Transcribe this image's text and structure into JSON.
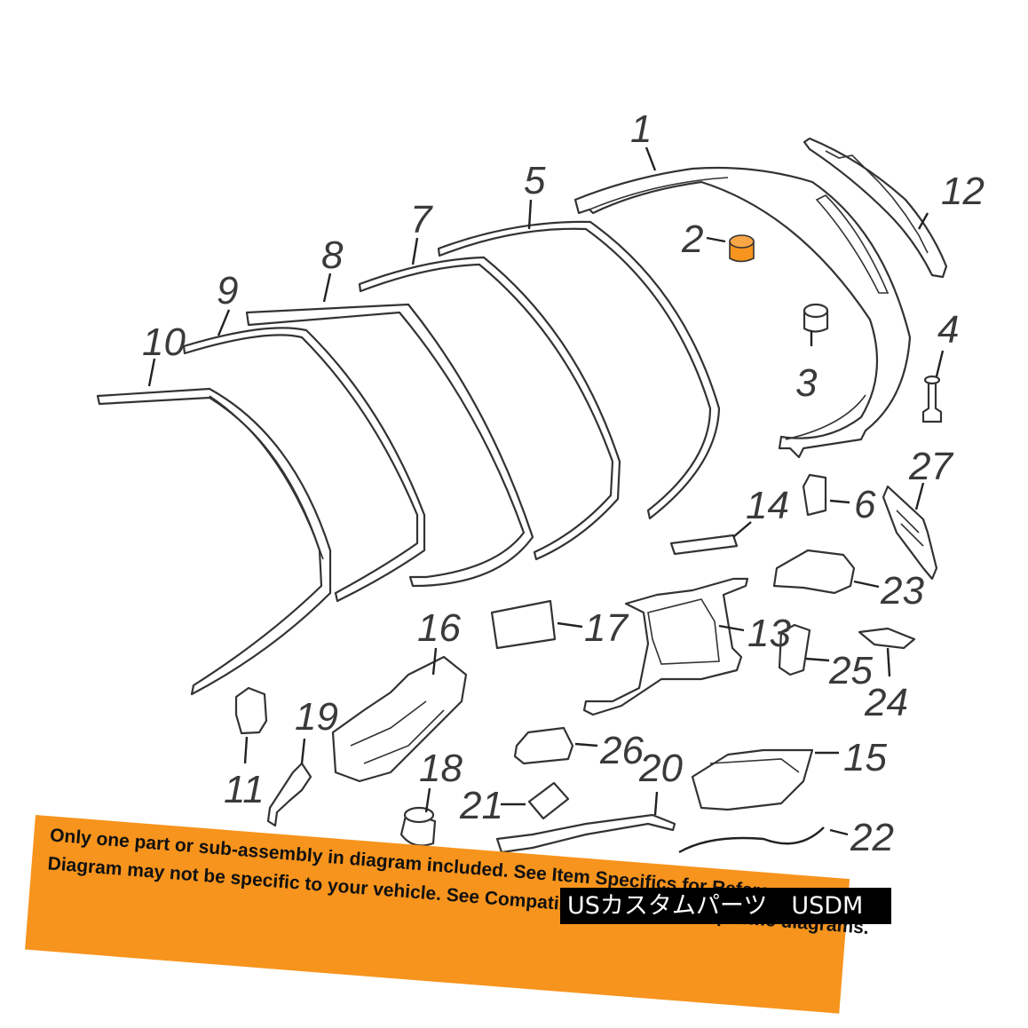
{
  "diagram": {
    "callouts": [
      "1",
      "2",
      "3",
      "4",
      "5",
      "6",
      "7",
      "8",
      "9",
      "10",
      "11",
      "12",
      "13",
      "14",
      "15",
      "16",
      "17",
      "18",
      "19",
      "20",
      "21",
      "22",
      "23",
      "24",
      "25",
      "26",
      "27"
    ],
    "highlight_color": "#f7941d",
    "line_color": "#333333"
  },
  "banner": {
    "line1": "Only one part or sub-assembly in diagram included. See Item Specifics for Reference #.",
    "line2": "Diagram may not be specific to your vehicle. See Compatibility for vehicle-specific diagrams.",
    "background": "#f7941d"
  },
  "watermark": {
    "text": "USカスタムパーツ　USDM"
  }
}
